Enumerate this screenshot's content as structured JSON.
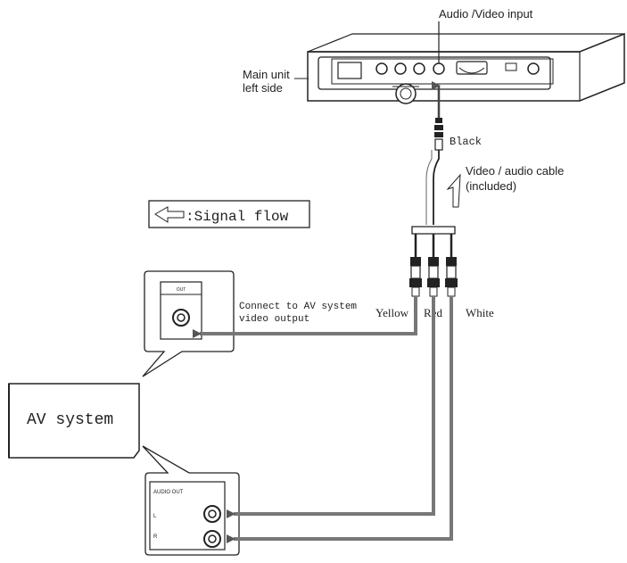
{
  "labels": {
    "audio_video_input": "Audio /Video input",
    "main_unit_line1": "Main unit",
    "main_unit_line2": "left side",
    "black": "Black",
    "cable_line1": "Video / audio cable",
    "cable_line2": "(included)",
    "signal_flow": ":Signal flow",
    "connect_line1": "Connect to AV system",
    "connect_line2": "video output",
    "yellow": "Yellow",
    "red": "Red",
    "white": "White",
    "av_system": "AV system",
    "video_panel_label": "OUT",
    "audio_panel_label": "AUDIO OUT",
    "audio_left": "L",
    "audio_right": "R"
  },
  "colors": {
    "line": "#222222",
    "wire": "#777777",
    "arrow": "#666666"
  }
}
